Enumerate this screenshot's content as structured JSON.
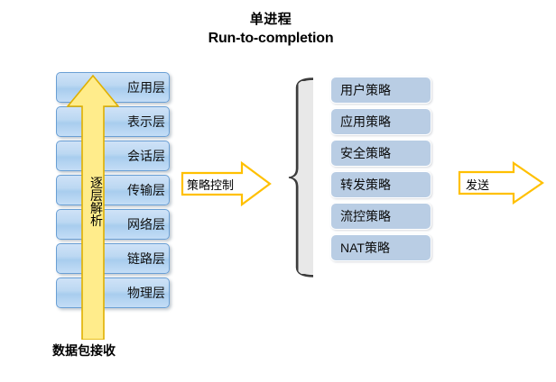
{
  "title": {
    "line_cn": "单进程",
    "line_en": "Run-to-completion"
  },
  "osi_stack": {
    "name": "OSI protocol layer stack",
    "layers": [
      {
        "label": "应用层"
      },
      {
        "label": "表示层"
      },
      {
        "label": "会话层"
      },
      {
        "label": "传输层"
      },
      {
        "label": "网络层"
      },
      {
        "label": "链路层"
      },
      {
        "label": "物理层"
      }
    ],
    "box_fill": "#bcd8f2",
    "box_border": "#6a9fd4"
  },
  "parse_arrow": {
    "label_chars": [
      "逐",
      "层",
      "解",
      "析"
    ],
    "label_text": "逐层解析",
    "fill": "#ffec8b",
    "border": "#e0b000",
    "direction": "up"
  },
  "packet_receive": {
    "label": "数据包接收"
  },
  "policy_arrow": {
    "label": "策略控制",
    "fill": "#ffffff",
    "border": "#ffc000",
    "direction": "right"
  },
  "brace": {
    "name": "left-curly-brace",
    "fill": "#e8e8e8",
    "border": "#404040"
  },
  "policy_list": {
    "items": [
      {
        "label": "用户策略"
      },
      {
        "label": "应用策略"
      },
      {
        "label": "安全策略"
      },
      {
        "label": "转发策略"
      },
      {
        "label": "流控策略"
      },
      {
        "label": "NAT策略"
      }
    ],
    "box_fill": "#b9cde4",
    "box_border": "#ffffff"
  },
  "send_arrow": {
    "label": "发送",
    "fill": "#ffffff",
    "border": "#ffc000",
    "direction": "right"
  },
  "colors": {
    "accent_yellow": "#ffc000",
    "accent_blue": "#b9cde4",
    "layer_blue": "#bcd8f2",
    "background": "#ffffff"
  }
}
